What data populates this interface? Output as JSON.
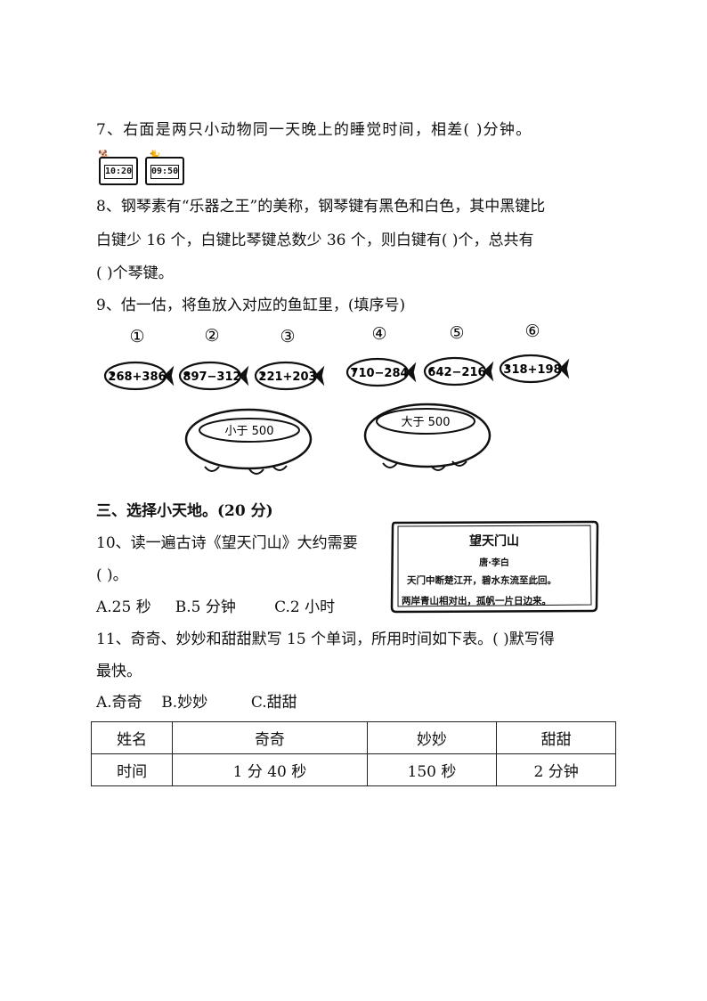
{
  "q7": {
    "text": "7、右面是两只小动物同一天晚上的睡觉时间，相差(    )分钟。",
    "clock1": "10:20",
    "clock2": "09:50"
  },
  "q8": {
    "line1": "8、钢琴素有“乐器之王”的美称，钢琴键有黑色和白色，其中黑键比",
    "line2": "白键少 16 个，白键比琴键总数少 36 个，则白键有(      )个，总共有",
    "line3": "(      )个琴键。"
  },
  "q9": {
    "text": "9、估一估，将鱼放入对应的鱼缸里，(填序号)",
    "fish": [
      {
        "num": "①",
        "expr": "268+386"
      },
      {
        "num": "②",
        "expr": "897−312"
      },
      {
        "num": "③",
        "expr": "221+203"
      },
      {
        "num": "④",
        "expr": "710−284"
      },
      {
        "num": "⑤",
        "expr": "642−216"
      },
      {
        "num": "⑥",
        "expr": "318+198"
      }
    ],
    "bowls": [
      "小于 500",
      "大于 500"
    ]
  },
  "section3": {
    "title": "三、选择小天地。(20 分)"
  },
  "q10": {
    "line1": "10、读一遍古诗《望天门山》大约需要",
    "line2": "(       )。",
    "options": "A.25 秒     B.5 分钟        C.2 小时",
    "poem": {
      "title": "望天门山",
      "author": "唐·李白",
      "line1": "天门中断楚江开，碧水东流至此回。",
      "line2": "两岸青山相对出，孤帆一片日边来。"
    }
  },
  "q11": {
    "line1": "11、奇奇、妙妙和甜甜默写 15 个单词，所用时间如下表。(      )默写得",
    "line2": "最快。",
    "options": "A.奇奇    B.妙妙         C.甜甜",
    "table": {
      "headers": [
        "姓名",
        "奇奇",
        "妙妙",
        "甜甜"
      ],
      "row": [
        "时间",
        "1 分 40 秒",
        "150 秒",
        "2 分钟"
      ]
    }
  }
}
